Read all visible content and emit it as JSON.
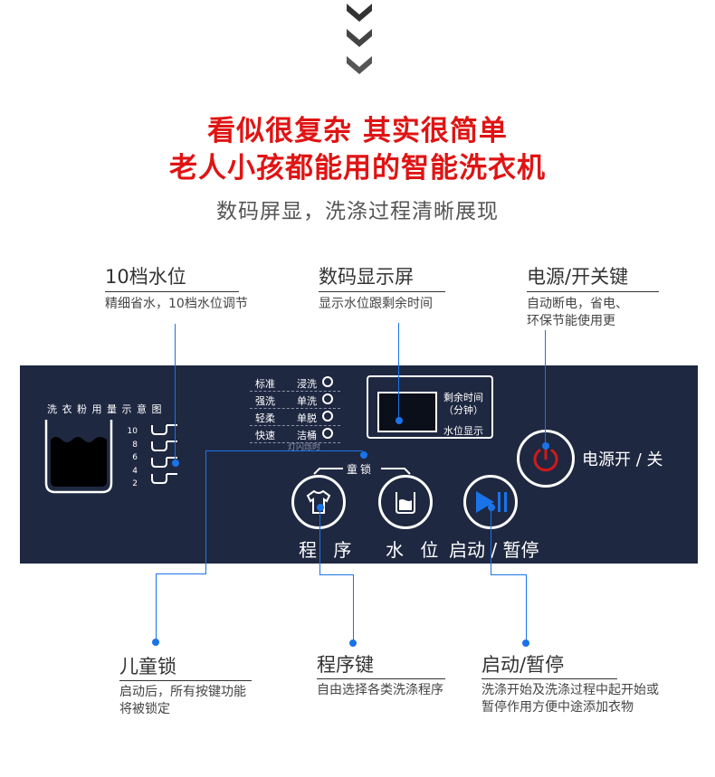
{
  "header": {
    "headline_line1": "看似很复杂 其实很简单",
    "headline_line2": "老人小孩都能用的智能洗衣机",
    "subheadline": "数码屏显，洗涤过程清晰展现"
  },
  "callouts": {
    "water_level": {
      "title": "10档水位",
      "desc": "精细省水，10档水位调节"
    },
    "display": {
      "title": "数码显示屏",
      "desc": "显示水位跟剩余时间"
    },
    "power": {
      "title": "电源/开关键",
      "desc_line1": "自动断电，省电、",
      "desc_line2": "环保节能使用更"
    },
    "child_lock": {
      "title": "儿童锁",
      "desc_line1": "启动后，所有按键功能",
      "desc_line2": "将被锁定"
    },
    "program_key": {
      "title": "程序键",
      "desc": "自由选择各类洗涤程序"
    },
    "start_pause": {
      "title": "启动/暂停",
      "desc_line1": "洗涤开始及洗涤过程中起开始或",
      "desc_line2": "暂停作用方便中途添加衣物"
    }
  },
  "panel": {
    "diagram_title": "洗 衣 粉 用 量 示 意 图",
    "water_levels": [
      "10",
      "8",
      "6",
      "4",
      "2"
    ],
    "programs": [
      {
        "left": "标准",
        "right": "浸洗"
      },
      {
        "left": "强洗",
        "right": "单洗"
      },
      {
        "left": "轻柔",
        "right": "单脱"
      },
      {
        "left": "快速",
        "right": "洁桶"
      }
    ],
    "blink_note": "灯闪烁时",
    "display_label_line1": "剩余时间",
    "display_label_line2": "（分钟）",
    "display_label_water": "水位显示",
    "child_lock_label": "童锁",
    "power_label": "电源开 / 关",
    "program_label": "程 序",
    "water_label": "水 位",
    "start_pause_label": "启动 / 暂停"
  },
  "colors": {
    "headline": "#e01414",
    "panel_bg": "#1f2841",
    "accent_blue": "#1a73e8",
    "power_red": "#d0191c"
  }
}
